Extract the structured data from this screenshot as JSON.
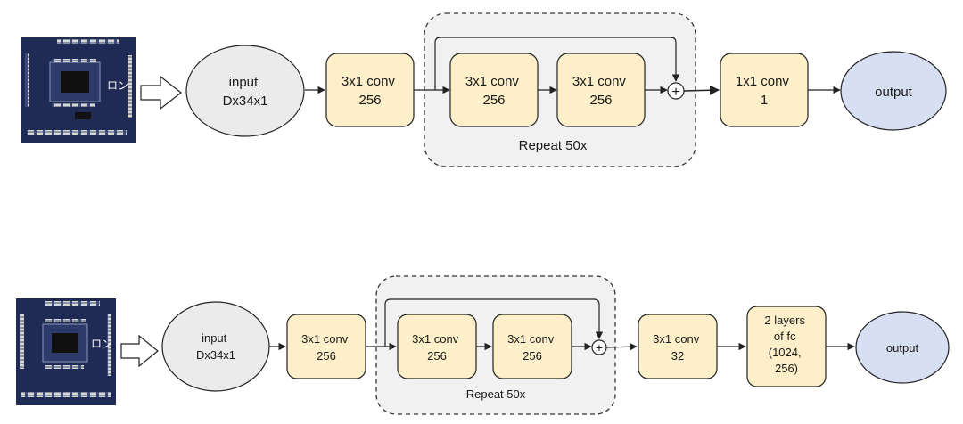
{
  "diagram1": {
    "image_text": "ロン",
    "input": [
      "input",
      "Dx34x1"
    ],
    "conv1": [
      "3x1 conv",
      "256"
    ],
    "res_conv_a": [
      "3x1 conv",
      "256"
    ],
    "res_conv_b": [
      "3x1 conv",
      "256"
    ],
    "conv_out": [
      "1x1 conv",
      "1"
    ],
    "output": [
      "output"
    ],
    "plus": "+",
    "repeat": "Repeat 50x"
  },
  "diagram2": {
    "image_text": "ロン",
    "input": [
      "input",
      "Dx34x1"
    ],
    "conv1": [
      "3x1 conv",
      "256"
    ],
    "res_conv_a": [
      "3x1 conv",
      "256"
    ],
    "res_conv_b": [
      "3x1 conv",
      "256"
    ],
    "conv_out": [
      "3x1 conv",
      "32"
    ],
    "fc": [
      "2 layers",
      "of fc",
      "(1024,",
      "256)"
    ],
    "output": [
      "output"
    ],
    "plus": "+",
    "repeat": "Repeat 50x"
  },
  "colors": {
    "conv_fill": "#fcefc9",
    "input_fill": "#ebebeb",
    "output_fill": "#d7dff2",
    "group_fill": "#f1f1f1"
  }
}
